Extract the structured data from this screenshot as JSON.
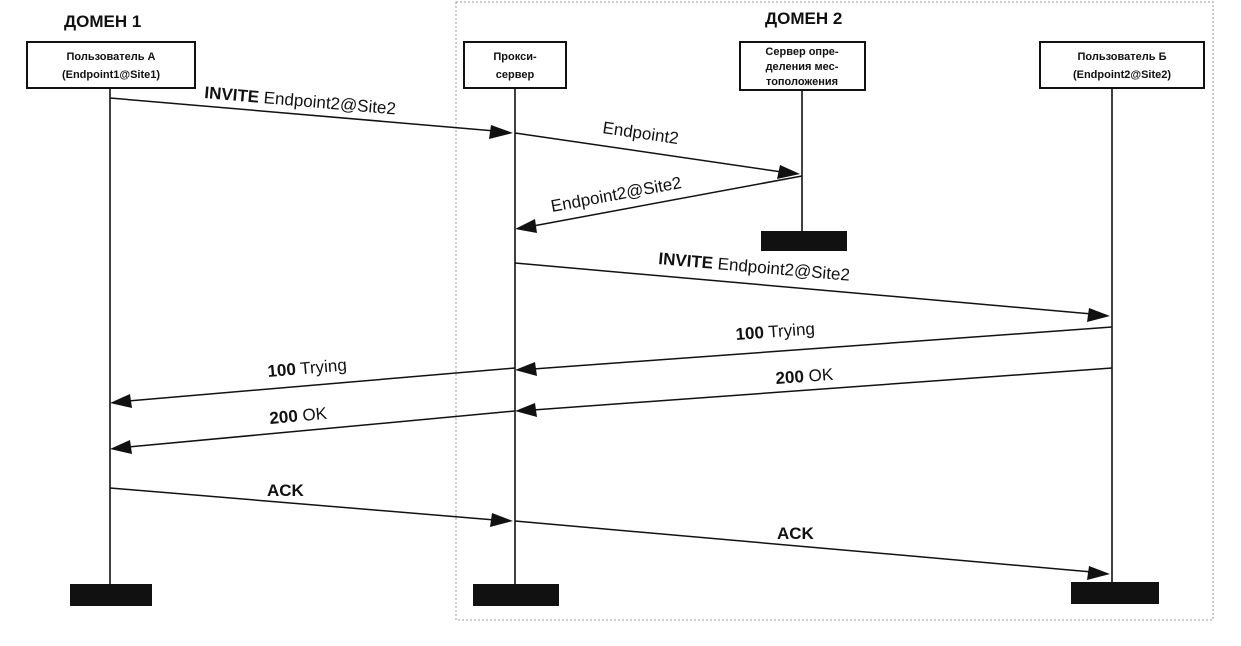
{
  "domains": [
    {
      "id": "domain1",
      "title": "ДОМЕН 1"
    },
    {
      "id": "domain2",
      "title": "ДОМЕН 2"
    }
  ],
  "participants": [
    {
      "id": "userA",
      "lines": [
        "Пользователь А",
        "(Endpoint1@Site1)"
      ]
    },
    {
      "id": "proxy",
      "lines": [
        "Прокси-",
        "сервер"
      ]
    },
    {
      "id": "locator",
      "lines": [
        "Сервер опре-",
        "деления мес-",
        "тоположения"
      ]
    },
    {
      "id": "userB",
      "lines": [
        "Пользователь Б",
        "(Endpoint2@Site2)"
      ]
    }
  ],
  "messages": [
    {
      "id": "m1",
      "from": "userA",
      "to": "proxy",
      "bold": "INVITE",
      "text": " Endpoint2@Site2"
    },
    {
      "id": "m2",
      "from": "proxy",
      "to": "locator",
      "bold": "",
      "text": "Endpoint2"
    },
    {
      "id": "m3",
      "from": "locator",
      "to": "proxy",
      "bold": "",
      "text": "Endpoint2@Site2"
    },
    {
      "id": "m4",
      "from": "proxy",
      "to": "userB",
      "bold": "INVITE",
      "text": " Endpoint2@Site2"
    },
    {
      "id": "m5",
      "from": "userB",
      "to": "proxy",
      "bold": "100",
      "text": " Trying"
    },
    {
      "id": "m6",
      "from": "proxy",
      "to": "userA",
      "bold": "100",
      "text": " Trying"
    },
    {
      "id": "m7",
      "from": "userB",
      "to": "proxy",
      "bold": "200",
      "text": " OK"
    },
    {
      "id": "m8",
      "from": "proxy",
      "to": "userA",
      "bold": "200",
      "text": " OK"
    },
    {
      "id": "m9",
      "from": "userA",
      "to": "proxy",
      "bold": "ACK",
      "text": ""
    },
    {
      "id": "m10",
      "from": "proxy",
      "to": "userB",
      "bold": "ACK",
      "text": ""
    }
  ]
}
